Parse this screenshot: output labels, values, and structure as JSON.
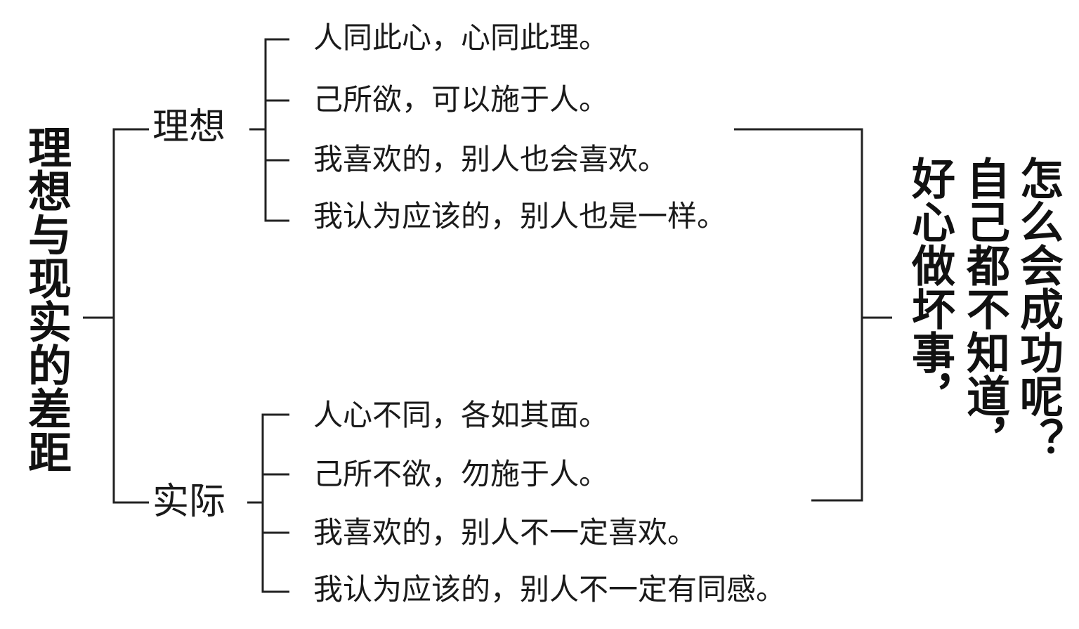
{
  "root_label": "理想与现实的差距",
  "branches": [
    {
      "label": "理想",
      "items": [
        "人同此心，心同此理。",
        "己所欲，可以施于人。",
        "我喜欢的，别人也会喜欢。",
        "我认为应该的，别人也是一样。"
      ]
    },
    {
      "label": "实际",
      "items": [
        "人心不同，各如其面。",
        "己所不欲，勿施于人。",
        "我喜欢的，别人不一定喜欢。",
        "我认为应该的，别人不一定有同感。"
      ]
    }
  ],
  "conclusion": {
    "lines": [
      "怎么会成功呢？",
      "自己都不知道，",
      "好心做坏事，"
    ]
  },
  "colors": {
    "line": "#222222",
    "text": "#1a1a1a"
  }
}
